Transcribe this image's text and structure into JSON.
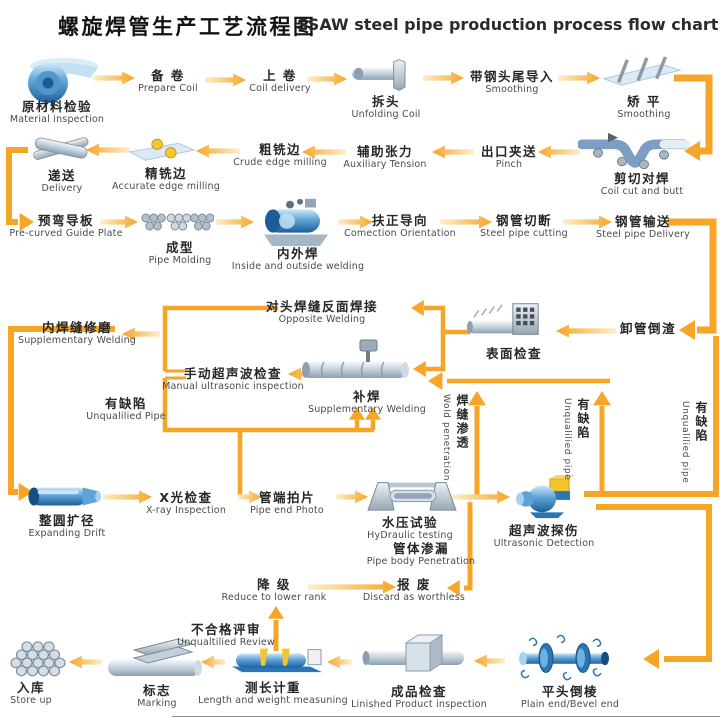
{
  "title": {
    "zh": "螺旋焊管生产工艺流程图",
    "en": "SSAW steel pipe production process flow chart"
  },
  "colors": {
    "arrow": "#F6A527",
    "arrow_light": "#FDEECB",
    "text_dark": "#262626",
    "text_secondary": "#4b4b4b",
    "machine_blue": "#2a76b4",
    "machine_yellow": "#f3c52f"
  },
  "nodes": [
    {
      "id": "material-inspection",
      "zh": "原材料检验",
      "en": "Material inspection",
      "icon": "coil-icon"
    },
    {
      "id": "prepare-coil",
      "zh": "备 卷",
      "en": "Prepare Coil"
    },
    {
      "id": "coil-delivery",
      "zh": "上 卷",
      "en": "Coil delivery"
    },
    {
      "id": "unfolding-coil",
      "zh": "拆头",
      "en": "Unfolding Coil",
      "icon": "unfold-coil-icon"
    },
    {
      "id": "strip-lead-in",
      "zh": "带钢头尾导入",
      "en": "Smoothing"
    },
    {
      "id": "leveling",
      "zh": "矫 平",
      "en": "Smoothing",
      "icon": "leveler-icon"
    },
    {
      "id": "coil-cut-butt",
      "zh": "剪切对焊",
      "en": "Coil cut and butt",
      "icon": "cut-butt-icon"
    },
    {
      "id": "pinch",
      "zh": "出口夹送",
      "en": "Pinch"
    },
    {
      "id": "auxiliary-tension",
      "zh": "辅助张力",
      "en": "Auxiliary Tension"
    },
    {
      "id": "crude-edge-milling",
      "zh": "粗铣边",
      "en": "Crude edge milling"
    },
    {
      "id": "accurate-edge-milling",
      "zh": "精铣边",
      "en": "Accurate edge milling",
      "icon": "edge-milling-icon"
    },
    {
      "id": "delivery",
      "zh": "递送",
      "en": "Delivery",
      "icon": "cross-pipes-icon"
    },
    {
      "id": "precurved-guide-plate",
      "zh": "预弯导板",
      "en": "Pre-curved Guide Plate"
    },
    {
      "id": "pipe-molding",
      "zh": "成型",
      "en": "Pipe Molding",
      "icon": "rollers-icon"
    },
    {
      "id": "inside-outside-welding",
      "zh": "内外焊",
      "en": "Inside and outside welding",
      "icon": "big-welder-icon"
    },
    {
      "id": "correction-orientation",
      "zh": "扶正导向",
      "en": "Comection Orientation"
    },
    {
      "id": "steel-pipe-cutting",
      "zh": "钢管切断",
      "en": "Steel pipe cutting"
    },
    {
      "id": "steel-pipe-delivery",
      "zh": "钢管输送",
      "en": "Steel pipe Delivery"
    },
    {
      "id": "unload-slag",
      "zh": "卸管倒渣",
      "en": ""
    },
    {
      "id": "surface-inspection",
      "zh": "表面检查",
      "en": "",
      "icon": "surface-inspection-icon"
    },
    {
      "id": "opposite-welding",
      "zh": "对头焊缝反面焊接",
      "en": "Opposite Welding"
    },
    {
      "id": "inner-weld-grinding",
      "zh": "内焊缝修磨",
      "en": "Supplementary Welding"
    },
    {
      "id": "manual-ultrasonic",
      "zh": "手动超声波检查",
      "en": "Manual ultrasonic inspection"
    },
    {
      "id": "repair-welding",
      "zh": "补焊",
      "en": "Supplementary Welding",
      "icon": "repair-pipe-icon"
    },
    {
      "id": "unqualified-pipe",
      "zh": "有缺陷",
      "en": "Unqualilied Pipe"
    },
    {
      "id": "expanding-drift",
      "zh": "整圆扩径",
      "en": "Expanding Drift",
      "icon": "expander-icon"
    },
    {
      "id": "xray-inspection",
      "zh": "X光检查",
      "en": "X-ray Inspection"
    },
    {
      "id": "pipe-end-photo",
      "zh": "管端拍片",
      "en": "Pipe end Photo"
    },
    {
      "id": "hydraulic-testing",
      "zh": "水压试验",
      "en": "HyDraulic testing",
      "icon": "hydraulic-press-icon"
    },
    {
      "id": "pipe-body-penetration",
      "zh": "管体渗漏",
      "en": "Pipe body Penetration"
    },
    {
      "id": "ultrasonic-detection",
      "zh": "超声波探伤",
      "en": "Ultrasonic Detection",
      "icon": "ultrasonic-pump-icon"
    },
    {
      "id": "degrade",
      "zh": "降 级",
      "en": "Reduce to lower rank"
    },
    {
      "id": "discard",
      "zh": "报 废",
      "en": "Discard as worthless"
    },
    {
      "id": "unqualified-review",
      "zh": "不合格评审",
      "en": "Unqualtilied Review"
    },
    {
      "id": "plain-end-bevel",
      "zh": "平头倒棱",
      "en": "Plain end/Bevel end",
      "icon": "bevel-pipe-icon"
    },
    {
      "id": "finished-inspection",
      "zh": "成品检查",
      "en": "Linished Product inspection",
      "icon": "product-box-icon"
    },
    {
      "id": "length-weight",
      "zh": "测长计重",
      "en": "Length and weight measuning",
      "icon": "measuring-bench-icon"
    },
    {
      "id": "marking",
      "zh": "标志",
      "en": "Marking",
      "icon": "marking-pipe-icon"
    },
    {
      "id": "store-up",
      "zh": "入库",
      "en": "Store up",
      "icon": "pipe-stack-icon"
    }
  ],
  "vertical_labels": [
    {
      "id": "weld-penetration",
      "zh": "焊缝渗透",
      "en": "Wold penetration"
    },
    {
      "id": "unqualified-pipe-mid",
      "zh": "有缺陷",
      "en": "Unqualilied pipe"
    },
    {
      "id": "unqualified-pipe-right",
      "zh": "有缺陷",
      "en": "Unqualilied pipe"
    }
  ]
}
